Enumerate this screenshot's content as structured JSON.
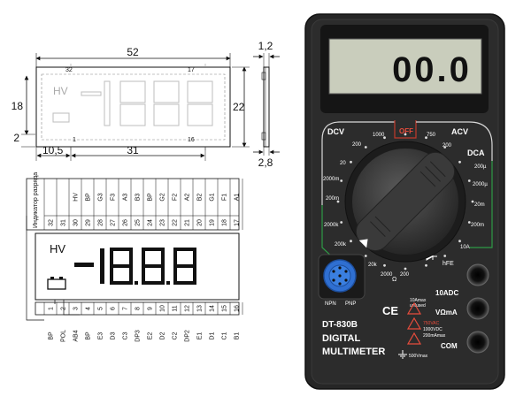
{
  "drawing": {
    "dims": {
      "width": "52",
      "height_left": "18",
      "height_right": "22",
      "bottom_gap": "2",
      "left_offset": "10,5",
      "digits_width": "31",
      "thickness_top": "1,2",
      "thickness_bottom": "2,8"
    },
    "outline_pins": {
      "left_top": "32",
      "right_top": "17",
      "left_bottom": "1",
      "right_bottom": "16"
    },
    "outline_hv": "HV"
  },
  "pinout": {
    "header_label": "Индикатор разряда",
    "top_pins": {
      "names": [
        "HV",
        "BP",
        "G3",
        "F3",
        "A3",
        "B3",
        "BP",
        "G2",
        "F2",
        "A2",
        "B2",
        "G1",
        "F1",
        "A1"
      ],
      "numbers": [
        "32",
        "31",
        "30",
        "29",
        "28",
        "27",
        "26",
        "25",
        "24",
        "23",
        "22",
        "21",
        "20",
        "19",
        "18",
        "17"
      ]
    },
    "bottom_pins": {
      "numbers": [
        "1",
        "2",
        "3",
        "4",
        "5",
        "6",
        "7",
        "8",
        "9",
        "10",
        "11",
        "12",
        "13",
        "14",
        "15",
        "16"
      ],
      "names": [
        "BP",
        "POL",
        "AB4",
        "BP",
        "E3",
        "D3",
        "C3",
        "DP3",
        "E2",
        "D2",
        "C2",
        "DP2",
        "E1",
        "D1",
        "C1",
        "B1"
      ]
    },
    "lcd_hv": "HV",
    "lcd_digits": "-1.8.8.8"
  },
  "meter": {
    "display_value": "00.0",
    "model": "DT-830B",
    "brand_line1": "DIGITAL",
    "brand_line2": "MULTIMETER",
    "ce": "CE",
    "ranges": {
      "dcv": "DCV",
      "off": "OFF",
      "acv": "ACV",
      "dca": "DCA",
      "dcv_values": [
        "1000",
        "200",
        "20",
        "2000m",
        "200m"
      ],
      "acv_values": [
        "750",
        "200"
      ],
      "dca_values": [
        "200µ",
        "2000µ",
        "20m",
        "200m",
        "10A"
      ],
      "ohm_values": [
        "2000k",
        "200k",
        "20k",
        "2000",
        "200"
      ],
      "ohm_symbol": "Ω",
      "hfe": "hFE"
    },
    "transistor": {
      "npn": "NPN",
      "pnp": "PNP"
    },
    "jacks": {
      "tenadc": "10ADC",
      "tenadc_note1": "10Amax",
      "tenadc_note2": "unfused",
      "vohm": "VΩmA",
      "vohm_note1": "750VAC",
      "vohm_note2": "1000VDC",
      "vohm_note3": "200mAmax",
      "com": "COM",
      "com_note": "500Vmax"
    }
  }
}
